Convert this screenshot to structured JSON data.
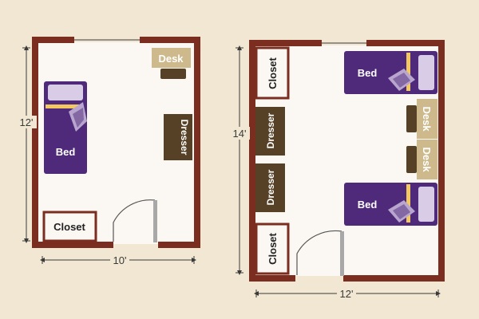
{
  "colors": {
    "background": "#f1e7d3",
    "wall": "#7b2d20",
    "floor": "#fbf8f3",
    "bed": "#4f2a7a",
    "pillow": "#d9cce6",
    "sheet": "#b8a6cf",
    "stripe": "#f3c860",
    "desk": "#cdb98b",
    "chair": "#574126",
    "dresser": "#574126",
    "closet_border": "#7b2d20",
    "dimension_line": "#3a3a3a"
  },
  "room_single": {
    "height_label": "12'",
    "width_label": "10'",
    "bed_label": "Bed",
    "desk_label": "Desk",
    "dresser_label": "Dresser",
    "closet_label": "Closet"
  },
  "room_double": {
    "height_label": "14'",
    "width_label": "12'",
    "bed_top_label": "Bed",
    "bed_bottom_label": "Bed",
    "desk_top_label": "Desk",
    "desk_bottom_label": "Desk",
    "dresser_top_label": "Dresser",
    "dresser_bottom_label": "Dresser",
    "closet_top_label": "Closet",
    "closet_bottom_label": "Closet"
  }
}
